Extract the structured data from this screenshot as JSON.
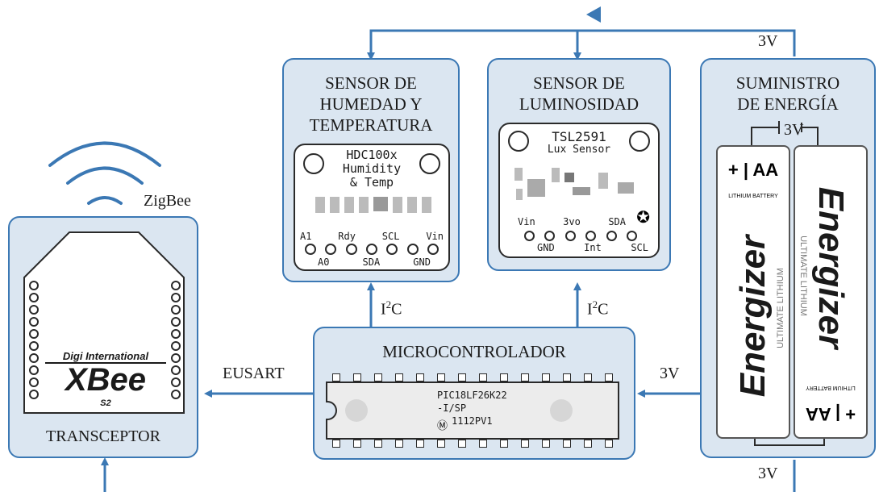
{
  "blocks": {
    "humidity_temp": {
      "title_lines": [
        "SENSOR DE",
        "HUMEDAD Y",
        "TEMPERATURA"
      ]
    },
    "luminosity": {
      "title_lines": [
        "SENSOR DE",
        "LUMINOSIDAD"
      ]
    },
    "power": {
      "title_lines": [
        "SUMINISTRO",
        "DE ENERGÍA"
      ]
    },
    "microcontroller": {
      "title": "MICROCONTROLADOR"
    },
    "transceiver": {
      "title": "TRANSCEPTOR"
    }
  },
  "hdc_board": {
    "name_lines": [
      "HDC100x",
      "Humidity",
      "& Temp"
    ],
    "pins_top": [
      "A1",
      "Rdy",
      "SCL",
      "Vin"
    ],
    "pins_bottom": [
      "A0",
      "SDA",
      "GND"
    ]
  },
  "tsl_board": {
    "name": "TSL2591",
    "subtitle": "Lux Sensor",
    "pins_top": [
      "Vin",
      "3vo",
      "SDA"
    ],
    "pins_bottom": [
      "GND",
      "Int",
      "SCL"
    ]
  },
  "pic_chip": {
    "part": "PIC18LF26K22",
    "suffix": "-I/SP",
    "code": "1112PV1"
  },
  "xbee": {
    "brand": "Digi International",
    "product": "XBee",
    "model": "S2"
  },
  "battery": {
    "size_label": "+ | AA",
    "type": "LITHIUM BATTERY",
    "brand": "Energizer",
    "line": "ULTIMATE LITHIUM"
  },
  "signals": {
    "zigbee": "ZigBee",
    "eusart": "EUSART",
    "i2c_left_base": "I",
    "i2c_left_sup": "2",
    "i2c_left_end": "C",
    "i2c_right_base": "I",
    "i2c_right_sup": "2",
    "i2c_right_end": "C",
    "v_top": "3V",
    "v_battery": "3V",
    "v_micro": "3V",
    "v_bottom": "3V"
  }
}
